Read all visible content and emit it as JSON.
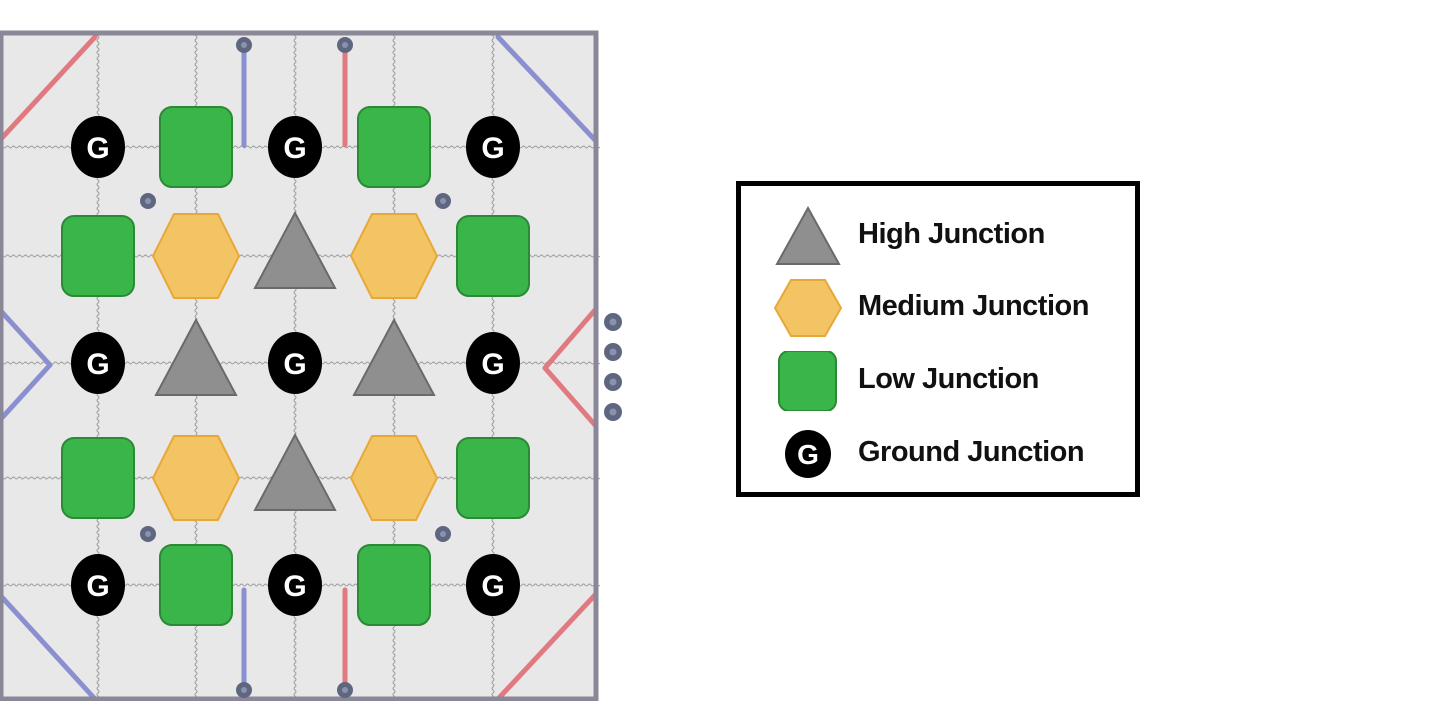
{
  "diagram": {
    "ground_letter": "G",
    "colors": {
      "field": "#e8e8e8",
      "frame": "#8a8798",
      "high": "#8f8f8f",
      "medium": "#f2c464",
      "low": "#3ab54a",
      "ground": "#000000",
      "red_tape": "#e07a80",
      "blue_tape": "#8a8fd0"
    },
    "grid": [
      [
        "ground",
        "low",
        "ground",
        "low",
        "ground"
      ],
      [
        "low",
        "medium",
        "high",
        "medium",
        "low"
      ],
      [
        "ground",
        "high",
        "ground",
        "high",
        "ground"
      ],
      [
        "low",
        "medium",
        "high",
        "medium",
        "low"
      ],
      [
        "ground",
        "low",
        "ground",
        "low",
        "ground"
      ]
    ]
  },
  "legend": {
    "items": [
      {
        "type": "high",
        "label": "High Junction"
      },
      {
        "type": "medium",
        "label": "Medium Junction"
      },
      {
        "type": "low",
        "label": "Low Junction"
      },
      {
        "type": "ground",
        "label": "Ground Junction"
      }
    ]
  }
}
